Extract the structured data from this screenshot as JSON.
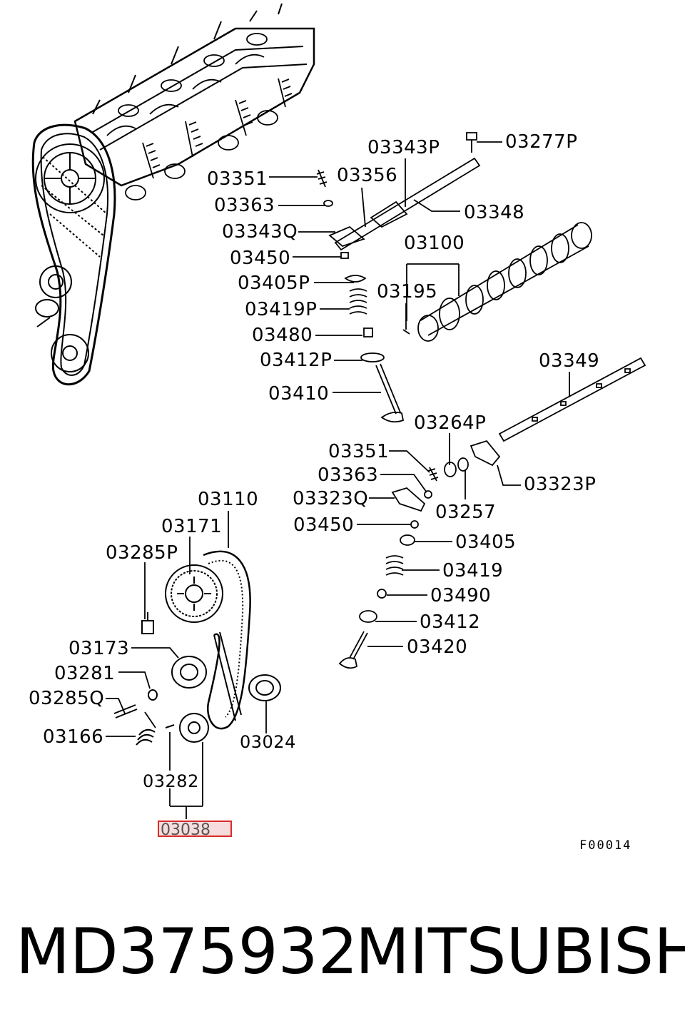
{
  "labels": {
    "p03343P": "03343P",
    "p03277P": "03277P",
    "p03351a": "03351",
    "p03356": "03356",
    "p03363a": "03363",
    "p03348": "03348",
    "p03343Q": "03343Q",
    "p03450a": "03450",
    "p03100": "03100",
    "p03405P": "03405P",
    "p03195": "03195",
    "p03419P": "03419P",
    "p03480": "03480",
    "p03412P": "03412P",
    "p03349": "03349",
    "p03410": "03410",
    "p03264P": "03264P",
    "p03351b": "03351",
    "p03363b": "03363",
    "p03323Q": "03323Q",
    "p03323P": "03323P",
    "p03257": "03257",
    "p03450b": "03450",
    "p03405": "03405",
    "p03419": "03419",
    "p03490": "03490",
    "p03412": "03412",
    "p03420": "03420",
    "p03110": "03110",
    "p03171": "03171",
    "p03285P": "03285P",
    "p03173": "03173",
    "p03281": "03281",
    "p03285Q": "03285Q",
    "p03166": "03166",
    "p03024": "03024",
    "p03282": "03282"
  },
  "highlight": {
    "part": "03038",
    "border_color": "#d92b2b",
    "fill_color": "#f6dcdc"
  },
  "figure_code": "F00014",
  "footer": {
    "part_number": "MD375932",
    "brand": "MITSUBISHI"
  }
}
